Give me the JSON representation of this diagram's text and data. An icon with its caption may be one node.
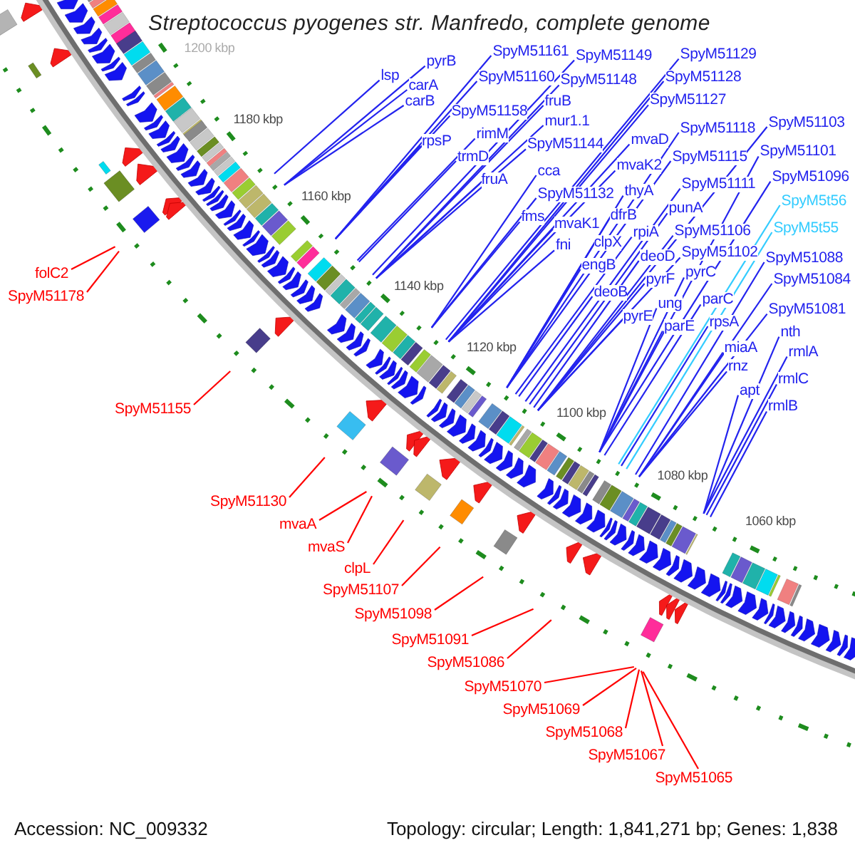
{
  "diagram": {
    "title": "Streptococcus pyogenes str. Manfredo, complete genome",
    "nodes": [
      {
        "text": [
          "lsp"
        ]
      },
      {
        "text": [
          "pyrB"
        ]
      },
      {
        "text": [
          "carA"
        ]
      },
      {
        "text": [
          "carB"
        ]
      },
      {
        "text": [
          "SpyM51161"
        ]
      },
      {
        "text": [
          "SpyM51160"
        ]
      },
      {
        "text": [
          "SpyM51158"
        ]
      },
      {
        "text": [
          "rpsP"
        ]
      },
      {
        "text": [
          "rimM"
        ]
      },
      {
        "text": [
          "trmD"
        ]
      },
      {
        "text": [
          "SpyM51149"
        ]
      },
      {
        "text": [
          "SpyM51148"
        ]
      },
      {
        "text": [
          "fruB"
        ]
      },
      {
        "text": [
          "fruA"
        ]
      },
      {
        "text": [
          "mur1.1"
        ]
      },
      {
        "text": [
          "SpyM51144"
        ]
      },
      {
        "text": [
          "cca"
        ]
      },
      {
        "text": [
          "SpyM51132"
        ]
      },
      {
        "text": [
          "fms"
        ]
      },
      {
        "text": [
          "SpyM51129"
        ]
      },
      {
        "text": [
          "SpyM51128"
        ]
      },
      {
        "text": [
          "SpyM51127"
        ]
      },
      {
        "text": [
          "mvaK1"
        ]
      },
      {
        "text": [
          "mvaD"
        ]
      },
      {
        "text": [
          "mvaK2"
        ]
      },
      {
        "text": [
          "fni"
        ]
      },
      {
        "text": [
          "thyA"
        ]
      },
      {
        "text": [
          "dfrB"
        ]
      },
      {
        "text": [
          "SpyM51118"
        ]
      },
      {
        "text": [
          "clpX"
        ]
      },
      {
        "text": [
          "engB"
        ]
      },
      {
        "text": [
          "SpyM51115"
        ]
      },
      {
        "text": [
          "rpiA"
        ]
      },
      {
        "text": [
          "deoB"
        ]
      },
      {
        "text": [
          "SpyM51111"
        ]
      },
      {
        "text": [
          "punA"
        ]
      },
      {
        "text": [
          "deoD"
        ]
      },
      {
        "text": [
          "SpyM51106"
        ]
      },
      {
        "text": [
          "pyrF"
        ]
      },
      {
        "text": [
          "pyrE"
        ]
      },
      {
        "text": [
          "SpyM51103"
        ]
      },
      {
        "text": [
          "SpyM51102"
        ]
      },
      {
        "text": [
          "ung"
        ]
      },
      {
        "text": [
          "SpyM51101"
        ]
      },
      {
        "text": [
          "pyrC"
        ]
      },
      {
        "text": [
          "parE"
        ]
      },
      {
        "text": [
          "SpyM51096"
        ]
      },
      {
        "text": [
          "parC"
        ]
      },
      {
        "text": [
          "SpyM5t56"
        ]
      },
      {
        "text": [
          "rpsA"
        ]
      },
      {
        "text": [
          "SpyM5t55"
        ]
      },
      {
        "text": [
          "SpyM51088"
        ]
      },
      {
        "text": [
          "miaA"
        ]
      },
      {
        "text": [
          "SpyM51084"
        ]
      },
      {
        "text": [
          "rnz"
        ]
      },
      {
        "text": [
          "SpyM51081"
        ]
      },
      {
        "text": [
          "apt"
        ]
      },
      {
        "text": [
          "nth"
        ]
      },
      {
        "text": [
          "rmlA"
        ]
      },
      {
        "text": [
          "rmlC"
        ]
      },
      {
        "text": [
          "rmlB"
        ]
      },
      {
        "text": [
          "folC2"
        ]
      },
      {
        "text": [
          "SpyM51178"
        ]
      },
      {
        "text": [
          "SpyM51155"
        ]
      },
      {
        "text": [
          "SpyM51130"
        ]
      },
      {
        "text": [
          "mvaA"
        ]
      },
      {
        "text": [
          "mvaS"
        ]
      },
      {
        "text": [
          "clpL"
        ]
      },
      {
        "text": [
          "SpyM51107"
        ]
      },
      {
        "text": [
          "SpyM51098"
        ]
      },
      {
        "text": [
          "SpyM51091"
        ]
      },
      {
        "text": [
          "SpyM51086"
        ]
      },
      {
        "text": [
          "SpyM51070"
        ]
      },
      {
        "text": [
          "SpyM51069"
        ]
      },
      {
        "text": [
          "SpyM51068"
        ]
      },
      {
        "text": [
          "SpyM51067"
        ]
      },
      {
        "text": [
          "SpyM51065"
        ]
      }
    ],
    "edges": [
      {
        "from": 0,
        "to": null,
        "arrow": "none"
      },
      {
        "from": 1,
        "to": null,
        "arrow": "none"
      },
      {
        "from": 2,
        "to": null,
        "arrow": "none"
      },
      {
        "from": 3,
        "to": null,
        "arrow": "none"
      },
      {
        "from": 4,
        "to": null,
        "arrow": "none"
      },
      {
        "from": 5,
        "to": null,
        "arrow": "none"
      },
      {
        "from": 6,
        "to": null,
        "arrow": "none"
      },
      {
        "from": 7,
        "to": null,
        "arrow": "none"
      },
      {
        "from": 8,
        "to": null,
        "arrow": "none"
      },
      {
        "from": 9,
        "to": null,
        "arrow": "none"
      },
      {
        "from": 10,
        "to": null,
        "arrow": "none"
      },
      {
        "from": 11,
        "to": null,
        "arrow": "none"
      },
      {
        "from": 12,
        "to": null,
        "arrow": "none"
      },
      {
        "from": 13,
        "to": null,
        "arrow": "none"
      },
      {
        "from": 14,
        "to": null,
        "arrow": "none"
      },
      {
        "from": 15,
        "to": null,
        "arrow": "none"
      },
      {
        "from": 16,
        "to": null,
        "arrow": "none"
      },
      {
        "from": 17,
        "to": null,
        "arrow": "none"
      },
      {
        "from": 18,
        "to": null,
        "arrow": "none"
      },
      {
        "from": 19,
        "to": null,
        "arrow": "none"
      },
      {
        "from": 20,
        "to": null,
        "arrow": "none"
      },
      {
        "from": 21,
        "to": null,
        "arrow": "none"
      },
      {
        "from": 22,
        "to": null,
        "arrow": "none"
      },
      {
        "from": 23,
        "to": null,
        "arrow": "none"
      },
      {
        "from": 24,
        "to": null,
        "arrow": "none"
      },
      {
        "from": 25,
        "to": null,
        "arrow": "none"
      },
      {
        "from": 26,
        "to": null,
        "arrow": "none"
      },
      {
        "from": 27,
        "to": null,
        "arrow": "none"
      },
      {
        "from": 28,
        "to": null,
        "arrow": "none"
      },
      {
        "from": 29,
        "to": null,
        "arrow": "none"
      },
      {
        "from": 30,
        "to": null,
        "arrow": "none"
      },
      {
        "from": 31,
        "to": null,
        "arrow": "none"
      },
      {
        "from": 32,
        "to": null,
        "arrow": "none"
      },
      {
        "from": 33,
        "to": null,
        "arrow": "none"
      },
      {
        "from": 34,
        "to": null,
        "arrow": "none"
      },
      {
        "from": 35,
        "to": null,
        "arrow": "none"
      },
      {
        "from": 36,
        "to": null,
        "arrow": "none"
      },
      {
        "from": 37,
        "to": null,
        "arrow": "none"
      },
      {
        "from": 38,
        "to": null,
        "arrow": "none"
      },
      {
        "from": 39,
        "to": null,
        "arrow": "none"
      },
      {
        "from": 40,
        "to": null,
        "arrow": "none"
      },
      {
        "from": 41,
        "to": null,
        "arrow": "none"
      },
      {
        "from": 42,
        "to": null,
        "arrow": "none"
      },
      {
        "from": 43,
        "to": null,
        "arrow": "none"
      },
      {
        "from": 44,
        "to": null,
        "arrow": "none"
      },
      {
        "from": 45,
        "to": null,
        "arrow": "none"
      },
      {
        "from": 46,
        "to": null,
        "arrow": "none"
      },
      {
        "from": 47,
        "to": null,
        "arrow": "none"
      },
      {
        "from": 48,
        "to": null,
        "arrow": "none",
        "color": "#33ccff"
      },
      {
        "from": 49,
        "to": null,
        "arrow": "none"
      },
      {
        "from": 50,
        "to": null,
        "arrow": "none",
        "color": "#33ccff"
      },
      {
        "from": 51,
        "to": null,
        "arrow": "none"
      },
      {
        "from": 52,
        "to": null,
        "arrow": "none"
      },
      {
        "from": 53,
        "to": null,
        "arrow": "none"
      },
      {
        "from": 54,
        "to": null,
        "arrow": "none"
      },
      {
        "from": 55,
        "to": null,
        "arrow": "none"
      },
      {
        "from": 56,
        "to": null,
        "arrow": "none"
      },
      {
        "from": 57,
        "to": null,
        "arrow": "none"
      },
      {
        "from": 58,
        "to": null,
        "arrow": "none"
      },
      {
        "from": 59,
        "to": null,
        "arrow": "none"
      },
      {
        "from": 60,
        "to": null,
        "arrow": "none"
      },
      {
        "from": 61,
        "to": null,
        "arrow": "none",
        "color": "#ff0000"
      },
      {
        "from": 62,
        "to": null,
        "arrow": "none",
        "color": "#ff0000"
      },
      {
        "from": 63,
        "to": null,
        "arrow": "none",
        "color": "#ff0000"
      },
      {
        "from": 64,
        "to": null,
        "arrow": "none",
        "color": "#ff0000"
      },
      {
        "from": 65,
        "to": null,
        "arrow": "none",
        "color": "#ff0000"
      },
      {
        "from": 66,
        "to": null,
        "arrow": "none",
        "color": "#ff0000"
      },
      {
        "from": 67,
        "to": null,
        "arrow": "none",
        "color": "#ff0000"
      },
      {
        "from": 68,
        "to": null,
        "arrow": "none",
        "color": "#ff0000"
      },
      {
        "from": 69,
        "to": null,
        "arrow": "none",
        "color": "#ff0000"
      },
      {
        "from": 70,
        "to": null,
        "arrow": "none",
        "color": "#ff0000"
      },
      {
        "from": 71,
        "to": null,
        "arrow": "none",
        "color": "#ff0000"
      },
      {
        "from": 72,
        "to": null,
        "arrow": "none",
        "color": "#ff0000"
      },
      {
        "from": 73,
        "to": null,
        "arrow": "none",
        "color": "#ff0000"
      },
      {
        "from": 74,
        "to": null,
        "arrow": "none",
        "color": "#ff0000"
      },
      {
        "from": 75,
        "to": null,
        "arrow": "none",
        "color": "#ff0000"
      },
      {
        "from": 76,
        "to": null,
        "arrow": "none",
        "color": "#ff0000"
      }
    ],
    "labels": [
      "1200 kbp",
      "1180 kbp",
      "1160 kbp",
      "1140 kbp",
      "1120 kbp",
      "1100 kbp",
      "1080 kbp",
      "1060 kbp",
      "Accession: NC_009332",
      "Topology: circular; Length: 1,841,271 bp; Genes: 1,838"
    ]
  }
}
